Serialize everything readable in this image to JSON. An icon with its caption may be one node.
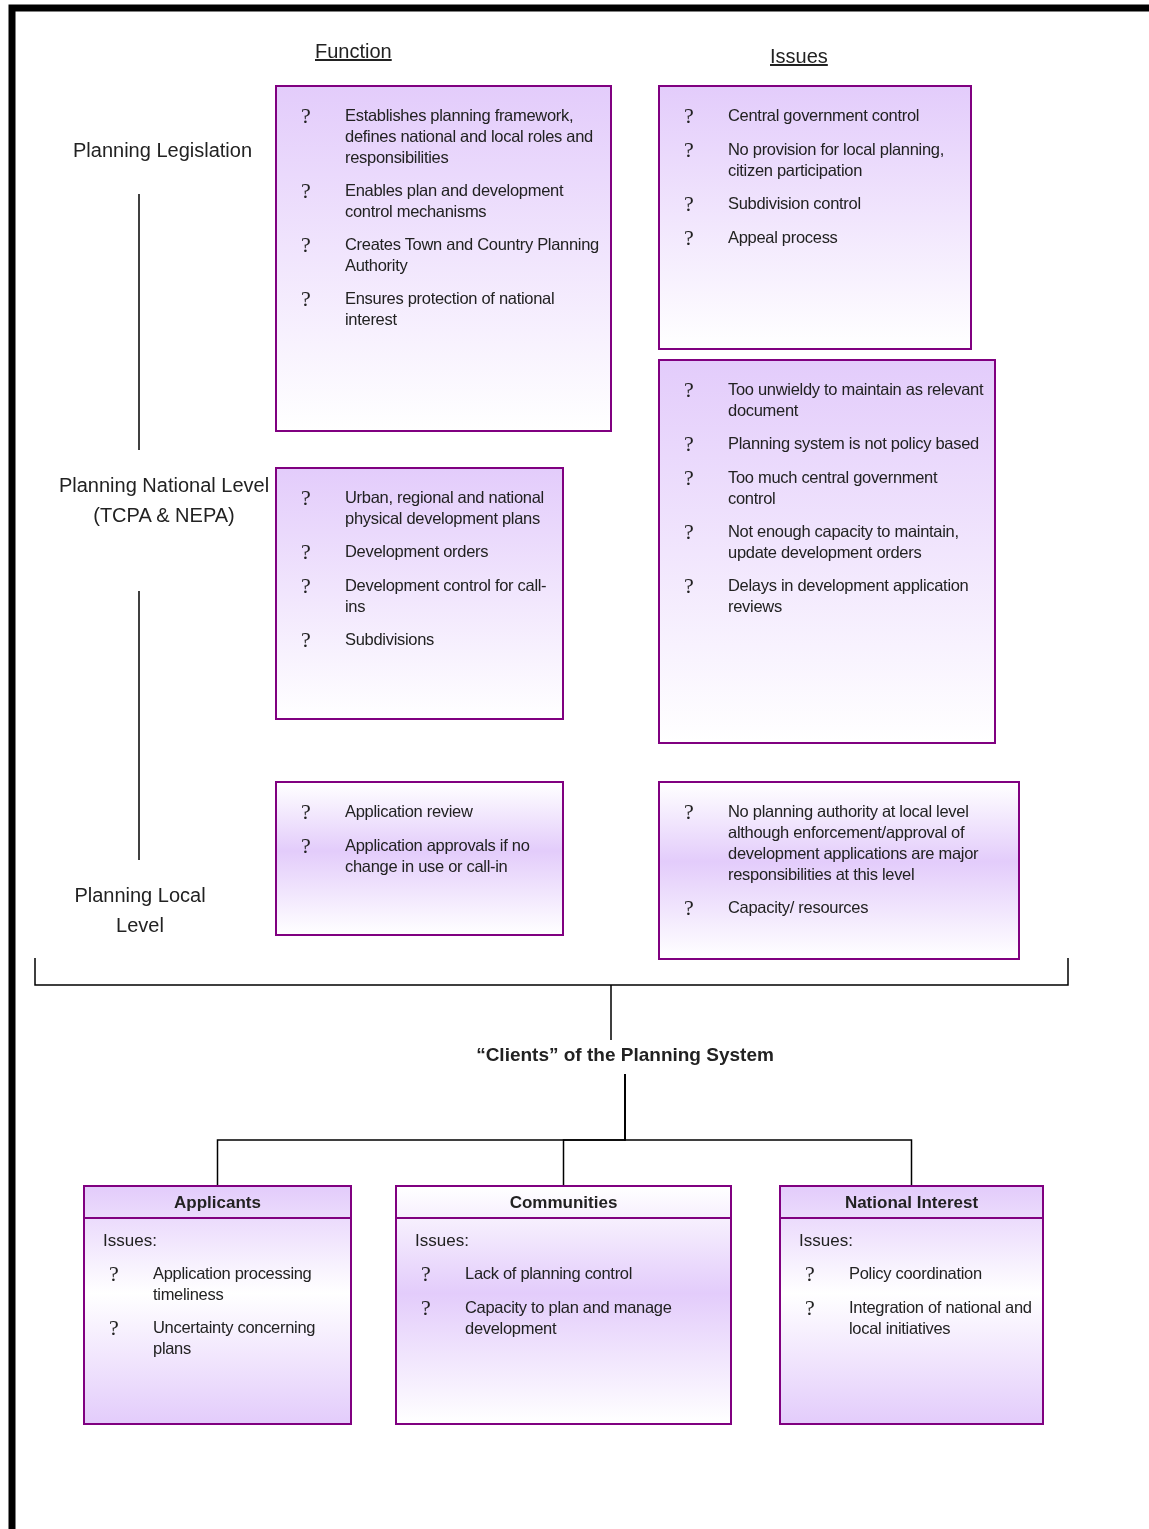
{
  "diagram": {
    "nodes": [
      {
        "text": [
          "Planning Legislation"
        ]
      },
      {
        "text": [
          "Planning National Level (TCPA & NEPA)"
        ]
      },
      {
        "text": [
          "Planning Local Level"
        ]
      },
      {
        "text": [
          "?",
          "Establishes planning framework, defines national and local roles and responsibilities",
          "?",
          "Enables plan and development control mechanisms",
          "?",
          "Creates Town and Country Planning Authority",
          "?",
          "Ensures protection of national interest"
        ]
      },
      {
        "text": [
          "?",
          "Central government control",
          "?",
          "No provision for local planning, citizen participation",
          "?",
          "Subdivision control",
          "?",
          "Appeal process"
        ]
      },
      {
        "text": [
          "?",
          "Urban, regional and national physical development plans",
          "?",
          "Development orders",
          "?",
          "Development control for call-ins",
          "?",
          "Subdivisions"
        ]
      },
      {
        "text": [
          "?",
          "Too unwieldy to maintain as relevant document",
          "?",
          "Planning system is not policy based",
          "?",
          "Too much central government control",
          "?",
          "Not enough capacity to maintain, update development orders",
          "?",
          "Delays in development application reviews"
        ]
      },
      {
        "text": [
          "?",
          "Application review",
          "?",
          "Application approvals if no change in use or call-in"
        ]
      },
      {
        "text": [
          "?",
          "No planning authority at local level although enforcement/approval of development applications are major responsibilities at this level",
          "?",
          "Capacity/ resources"
        ]
      },
      {
        "text": [
          "“Clients” of the Planning System"
        ]
      },
      {
        "text": [
          "Applicants",
          "Issues:",
          "?",
          "Application processing timeliness",
          "?",
          "Uncertainty concerning plans"
        ]
      },
      {
        "text": [
          "Communities",
          "Issues:",
          "?",
          "Lack of planning control",
          "?",
          "Capacity to plan and manage development"
        ]
      },
      {
        "text": [
          "National Interest",
          "Issues:",
          "?",
          "Policy coordination",
          "?",
          "Integration of national and local initiatives"
        ]
      }
    ],
    "edges": [
      {
        "from": 0,
        "to": 1,
        "arrow": "none"
      },
      {
        "from": 1,
        "to": 2,
        "arrow": "none"
      },
      {
        "from": 9,
        "to": 10,
        "arrow": "none"
      },
      {
        "from": 9,
        "to": 11,
        "arrow": "none"
      },
      {
        "from": 9,
        "to": 12,
        "arrow": "none"
      }
    ],
    "labels": [
      "Function",
      "Issues"
    ]
  }
}
